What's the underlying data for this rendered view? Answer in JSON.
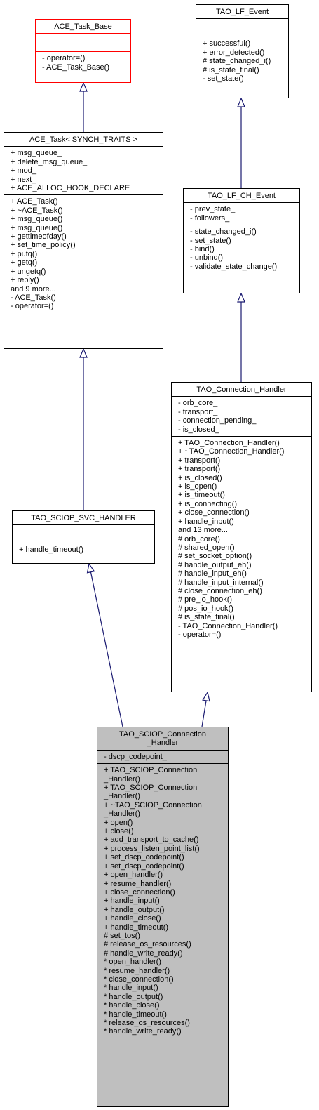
{
  "classes": {
    "ace_task_base": {
      "title": [
        "ACE_Task_Base"
      ],
      "attributes": [],
      "operations": [
        "- operator=()",
        "- ACE_Task_Base()"
      ]
    },
    "tao_lf_event": {
      "title": [
        "TAO_LF_Event"
      ],
      "attributes": [],
      "operations": [
        "+ successful()",
        "+ error_detected()",
        "# state_changed_i()",
        "# is_state_final()",
        "- set_state()"
      ]
    },
    "ace_task": {
      "title": [
        "ACE_Task< SYNCH_TRAITS >"
      ],
      "attributes": [
        "+ msg_queue_",
        "+ delete_msg_queue_",
        "+ mod_",
        "+ next_",
        "+ ACE_ALLOC_HOOK_DECLARE"
      ],
      "operations": [
        "+ ACE_Task()",
        "+ ~ACE_Task()",
        "+ msg_queue()",
        "+ msg_queue()",
        "+ gettimeofday()",
        "+ set_time_policy()",
        "+ putq()",
        "+ getq()",
        "+ ungetq()",
        "+ reply()",
        "and 9 more...",
        "- ACE_Task()",
        "- operator=()"
      ]
    },
    "tao_lf_ch_event": {
      "title": [
        "TAO_LF_CH_Event"
      ],
      "attributes": [
        "- prev_state_",
        "- followers_"
      ],
      "operations": [
        "- state_changed_i()",
        "- set_state()",
        "- bind()",
        "- unbind()",
        "- validate_state_change()"
      ]
    },
    "tao_connection_handler": {
      "title": [
        "TAO_Connection_Handler"
      ],
      "attributes": [
        "- orb_core_",
        "- transport_",
        "- connection_pending_",
        "- is_closed_"
      ],
      "operations": [
        "+ TAO_Connection_Handler()",
        "+ ~TAO_Connection_Handler()",
        "+ transport()",
        "+ transport()",
        "+ is_closed()",
        "+ is_open()",
        "+ is_timeout()",
        "+ is_connecting()",
        "+ close_connection()",
        "+ handle_input()",
        "and 13 more...",
        "# orb_core()",
        "# shared_open()",
        "# set_socket_option()",
        "# handle_output_eh()",
        "# handle_input_eh()",
        "# handle_input_internal()",
        "# close_connection_eh()",
        "# pre_io_hook()",
        "# pos_io_hook()",
        "# is_state_final()",
        "- TAO_Connection_Handler()",
        "- operator=()"
      ]
    },
    "tao_sciop_svc_handler": {
      "title": [
        "TAO_SCIOP_SVC_HANDLER"
      ],
      "attributes": [],
      "operations": [
        "+ handle_timeout()"
      ]
    },
    "tao_sciop_connection_handler": {
      "title": [
        "TAO_SCIOP_Connection",
        "_Handler"
      ],
      "attributes": [
        "- dscp_codepoint_"
      ],
      "operations": [
        "+ TAO_SCIOP_Connection",
        "_Handler()",
        "+ TAO_SCIOP_Connection",
        "_Handler()",
        "+ ~TAO_SCIOP_Connection",
        "_Handler()",
        "+ open()",
        "+ close()",
        "+ add_transport_to_cache()",
        "+ process_listen_point_list()",
        "+ set_dscp_codepoint()",
        "+ set_dscp_codepoint()",
        "+ open_handler()",
        "+ resume_handler()",
        "+ close_connection()",
        "+ handle_input()",
        "+ handle_output()",
        "+ handle_close()",
        "+ handle_timeout()",
        "# set_tos()",
        "# release_os_resources()",
        "# handle_write_ready()",
        "* open_handler()",
        "* resume_handler()",
        "* close_connection()",
        "* handle_input()",
        "* handle_output()",
        "* handle_close()",
        "* handle_timeout()",
        "* release_os_resources()",
        "* handle_write_ready()"
      ]
    }
  }
}
